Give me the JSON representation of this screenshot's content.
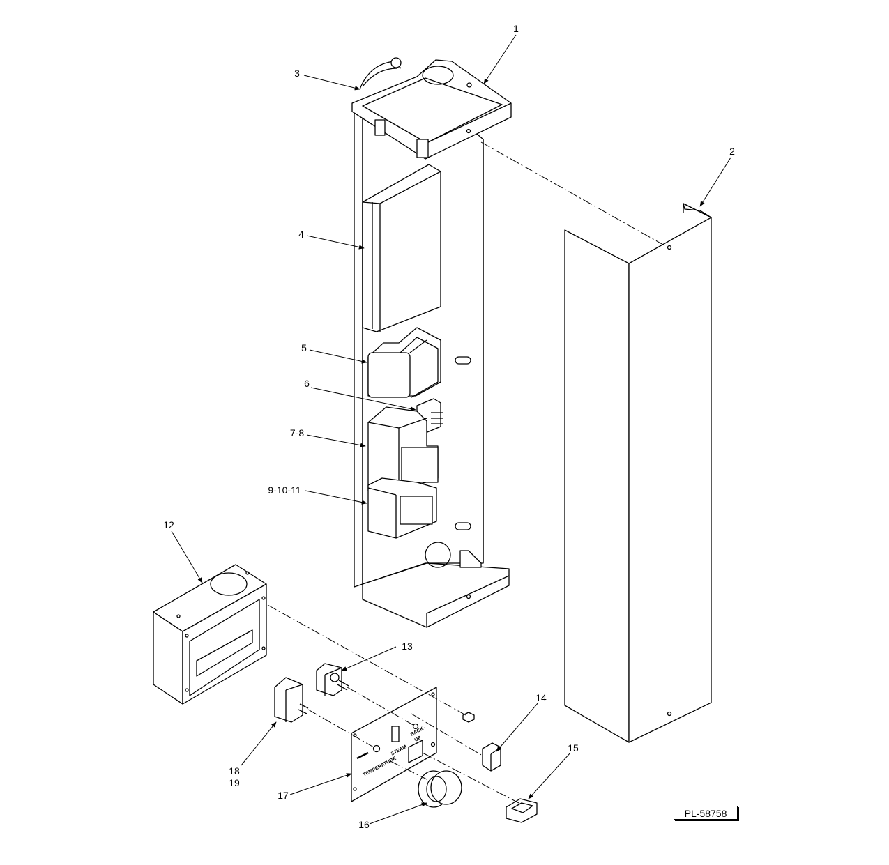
{
  "drawing_number": "PL-58758",
  "callouts": [
    {
      "id": "c1",
      "label": "1"
    },
    {
      "id": "c2",
      "label": "2"
    },
    {
      "id": "c3",
      "label": "3"
    },
    {
      "id": "c4",
      "label": "4"
    },
    {
      "id": "c5",
      "label": "5"
    },
    {
      "id": "c6",
      "label": "6"
    },
    {
      "id": "c7",
      "label": "7-8"
    },
    {
      "id": "c9",
      "label": "9-10-11"
    },
    {
      "id": "c12",
      "label": "12"
    },
    {
      "id": "c13",
      "label": "13"
    },
    {
      "id": "c14",
      "label": "14"
    },
    {
      "id": "c15",
      "label": "15"
    },
    {
      "id": "c16",
      "label": "16"
    },
    {
      "id": "c17",
      "label": "17"
    },
    {
      "id": "c18",
      "label": "18"
    },
    {
      "id": "c19",
      "label": "19"
    }
  ],
  "panel_labels": {
    "temperature": "TEMPERATURE",
    "steam": "STEAM",
    "backup_line1": "BACK-",
    "backup_line2": "UP"
  }
}
